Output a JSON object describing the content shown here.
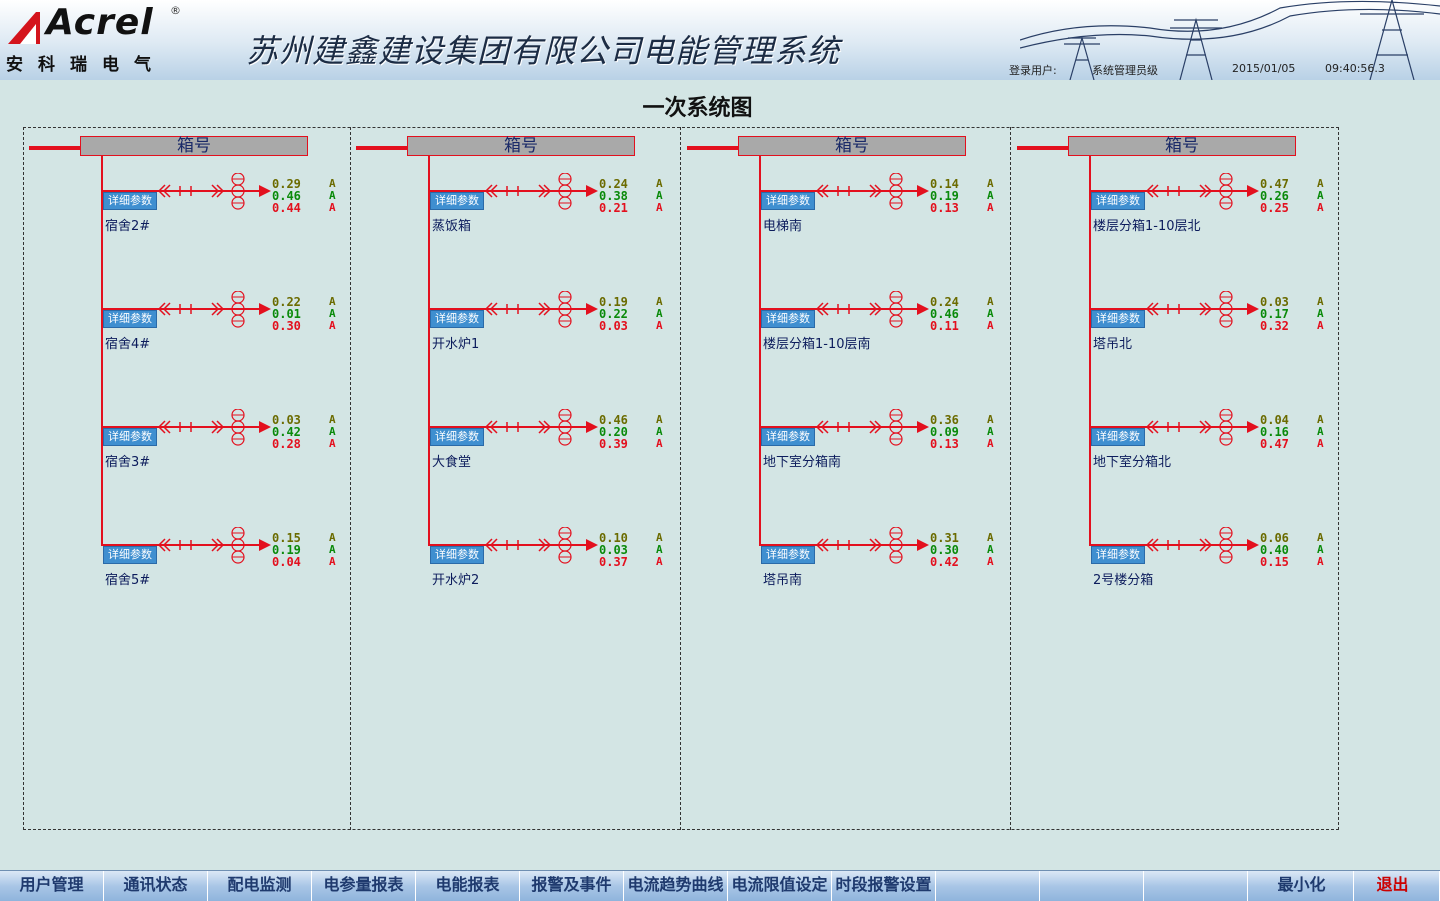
{
  "header": {
    "logo_text": "Acrel",
    "logo_reg": "®",
    "logo_sub": "安科瑞电气",
    "system_title": "苏州建鑫建设集团有限公司电能管理系统",
    "login_label": "登录用户:",
    "login_user": "系统管理员级",
    "date": "2015/01/05",
    "time": "09:40:56.3"
  },
  "page_title": "一次系统图",
  "detail_label": "详细参数",
  "unit_label": "A",
  "colors": {
    "bus": "#e3101e",
    "phase_a": "#6b6b00",
    "phase_b": "#0a8a0a",
    "phase_c": "#e3101e",
    "detail_btn": "#3f8fd0"
  },
  "columns": [
    {
      "box_label": "箱号",
      "branches": [
        {
          "name": "宿舍2#",
          "values": [
            "0.29",
            "0.46",
            "0.44"
          ]
        },
        {
          "name": "宿舍4#",
          "values": [
            "0.22",
            "0.01",
            "0.30"
          ]
        },
        {
          "name": "宿舍3#",
          "values": [
            "0.03",
            "0.42",
            "0.28"
          ]
        },
        {
          "name": "宿舍5#",
          "values": [
            "0.15",
            "0.19",
            "0.04"
          ]
        }
      ]
    },
    {
      "box_label": "箱号",
      "branches": [
        {
          "name": "蒸饭箱",
          "values": [
            "0.24",
            "0.38",
            "0.21"
          ]
        },
        {
          "name": "开水炉1",
          "values": [
            "0.19",
            "0.22",
            "0.03"
          ]
        },
        {
          "name": "大食堂",
          "values": [
            "0.46",
            "0.20",
            "0.39"
          ]
        },
        {
          "name": "开水炉2",
          "values": [
            "0.10",
            "0.03",
            "0.37"
          ]
        }
      ]
    },
    {
      "box_label": "箱号",
      "branches": [
        {
          "name": "电梯南",
          "values": [
            "0.14",
            "0.19",
            "0.13"
          ]
        },
        {
          "name": "楼层分箱1-10层南",
          "values": [
            "0.24",
            "0.46",
            "0.11"
          ]
        },
        {
          "name": "地下室分箱南",
          "values": [
            "0.36",
            "0.09",
            "0.13"
          ]
        },
        {
          "name": "塔吊南",
          "values": [
            "0.31",
            "0.30",
            "0.42"
          ]
        }
      ]
    },
    {
      "box_label": "箱号",
      "branches": [
        {
          "name": "楼层分箱1-10层北",
          "values": [
            "0.47",
            "0.26",
            "0.25"
          ]
        },
        {
          "name": "塔吊北",
          "values": [
            "0.03",
            "0.17",
            "0.32"
          ]
        },
        {
          "name": "地下室分箱北",
          "values": [
            "0.04",
            "0.16",
            "0.47"
          ]
        },
        {
          "name": "2号楼分箱",
          "values": [
            "0.06",
            "0.40",
            "0.15"
          ]
        }
      ]
    }
  ],
  "nav": {
    "user_mgmt": "用户管理",
    "comm_status": "通讯状态",
    "dist_monitor": "配电监测",
    "param_report": "电参量报表",
    "energy_report": "电能报表",
    "alarm_events": "报警及事件",
    "current_trend": "电流趋势曲线",
    "current_limit": "电流限值设定",
    "period_alarm": "时段报警设置",
    "minimize": "最小化",
    "exit": "退出"
  }
}
